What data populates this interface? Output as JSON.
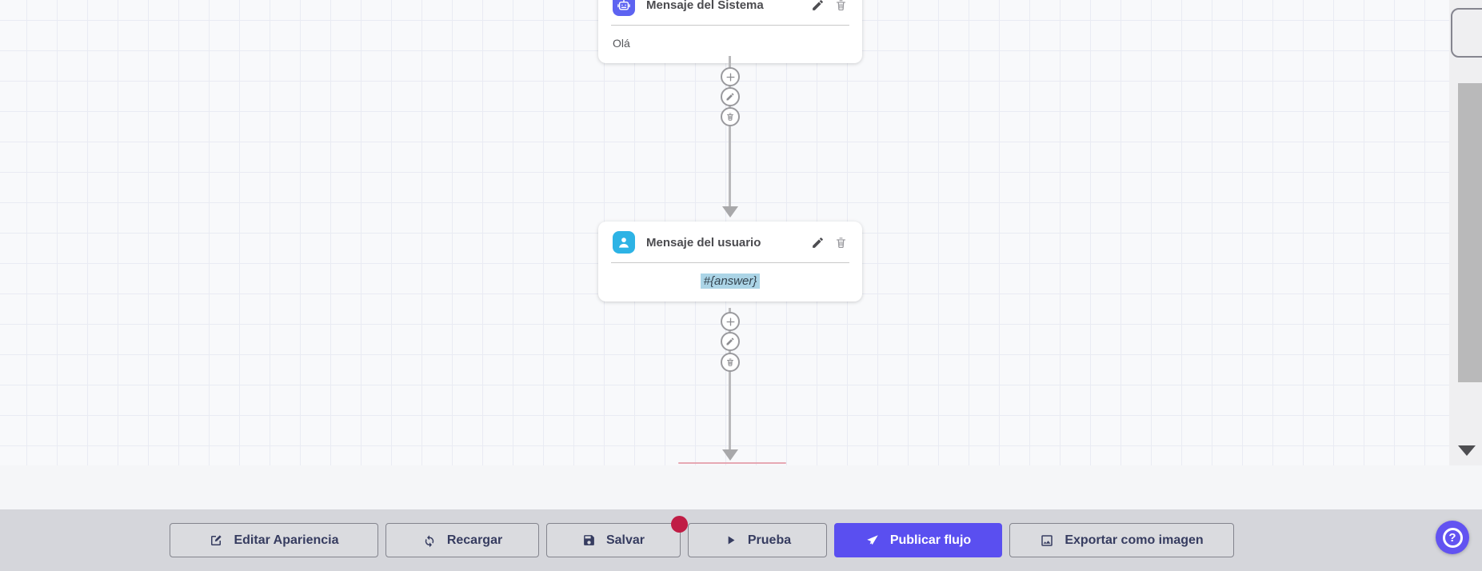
{
  "canvas": {
    "nodes": [
      {
        "title": "Mensaje del Sistema",
        "body": "Olá",
        "icon": "robot-icon",
        "icon_color": "#5d63f1"
      },
      {
        "title": "Mensaje del usuario",
        "body": "#{answer}",
        "body_highlight_color": "#abd4e6",
        "icon": "user-icon",
        "icon_color": "#2db3e5"
      }
    ],
    "connector_actions": [
      "add",
      "edit",
      "delete"
    ],
    "connector_color": "#b9b9bb"
  },
  "toolbar": {
    "buttons": [
      {
        "label": "Editar Apariencia",
        "icon": "edit-icon"
      },
      {
        "label": "Recargar",
        "icon": "refresh-icon"
      },
      {
        "label": "Salvar",
        "icon": "save-icon",
        "has_badge": true,
        "badge_color": "#c01d45"
      },
      {
        "label": "Prueba",
        "icon": "play-icon"
      },
      {
        "label": "Publicar flujo",
        "icon": "rocket-icon",
        "primary": true,
        "color": "#5a4ff0"
      },
      {
        "label": "Exportar como imagen",
        "icon": "image-icon"
      }
    ]
  },
  "help": {
    "label": "?"
  }
}
